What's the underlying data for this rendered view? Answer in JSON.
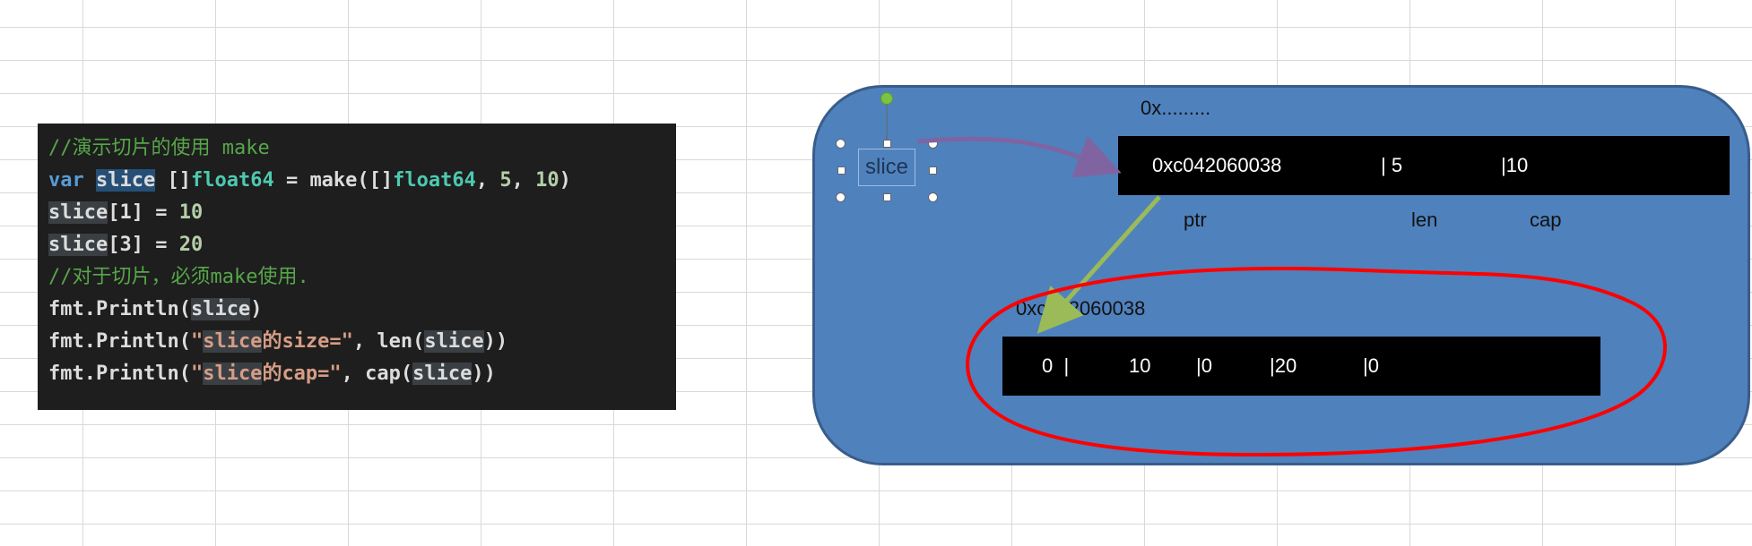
{
  "code": {
    "lines": [
      [
        {
          "t": "//演示切片的使用 make",
          "c": "cm"
        }
      ],
      [
        {
          "t": "var",
          "c": "kw"
        },
        {
          "t": " "
        },
        {
          "t": "slice",
          "c": "hls"
        },
        {
          "t": " []"
        },
        {
          "t": "float64",
          "c": "ty"
        },
        {
          "t": " = make([]"
        },
        {
          "t": "float64",
          "c": "ty"
        },
        {
          "t": ", "
        },
        {
          "t": "5",
          "c": "nm"
        },
        {
          "t": ", "
        },
        {
          "t": "10",
          "c": "nm"
        },
        {
          "t": ")"
        }
      ],
      [
        {
          "t": "slice",
          "c": "hl"
        },
        {
          "t": "[1] = "
        },
        {
          "t": "10",
          "c": "nm"
        }
      ],
      [
        {
          "t": "slice",
          "c": "hl"
        },
        {
          "t": "[3] = "
        },
        {
          "t": "20",
          "c": "nm"
        }
      ],
      [
        {
          "t": "//对于切片，必须make使用.",
          "c": "cm"
        }
      ],
      [
        {
          "t": "fmt.Println("
        },
        {
          "t": "slice",
          "c": "hl"
        },
        {
          "t": ")"
        }
      ],
      [
        {
          "t": "fmt.Println("
        },
        {
          "t": "\"",
          "c": "st"
        },
        {
          "t": "slice",
          "c": "st hl"
        },
        {
          "t": "的size=\"",
          "c": "st"
        },
        {
          "t": ", len("
        },
        {
          "t": "slice",
          "c": "hl"
        },
        {
          "t": "))"
        }
      ],
      [
        {
          "t": "fmt.Println("
        },
        {
          "t": "\"",
          "c": "st"
        },
        {
          "t": "slice",
          "c": "st hl"
        },
        {
          "t": "的cap=\"",
          "c": "st"
        },
        {
          "t": ", cap("
        },
        {
          "t": "slice",
          "c": "hl"
        },
        {
          "t": "))"
        }
      ]
    ]
  },
  "diagram": {
    "slice_label": "slice",
    "header_addr": "0x.........",
    "header_bar": {
      "ptr_value": "0xc042060038",
      "len_value": "| 5",
      "cap_value": "|10"
    },
    "header_labels": {
      "ptr": "ptr",
      "len": "len",
      "cap": "cap"
    },
    "array_addr": "0xc042060038",
    "array_cells": [
      "0  |",
      "10",
      "|0",
      "|20",
      "|0"
    ]
  },
  "colors": {
    "panel_fill": "#4f81bd",
    "arrow_purple": "#8064a2",
    "arrow_green": "#9bbb59",
    "highlight_red": "#ff0000"
  }
}
